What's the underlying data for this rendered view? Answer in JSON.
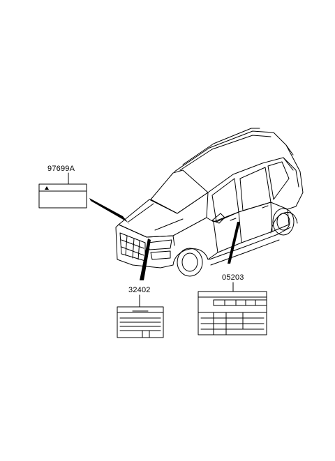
{
  "diagram": {
    "parts": [
      {
        "part_number": "97699A",
        "description_icon": "warning-triangle-icon"
      },
      {
        "part_number": "32402"
      },
      {
        "part_number": "05203"
      }
    ]
  }
}
